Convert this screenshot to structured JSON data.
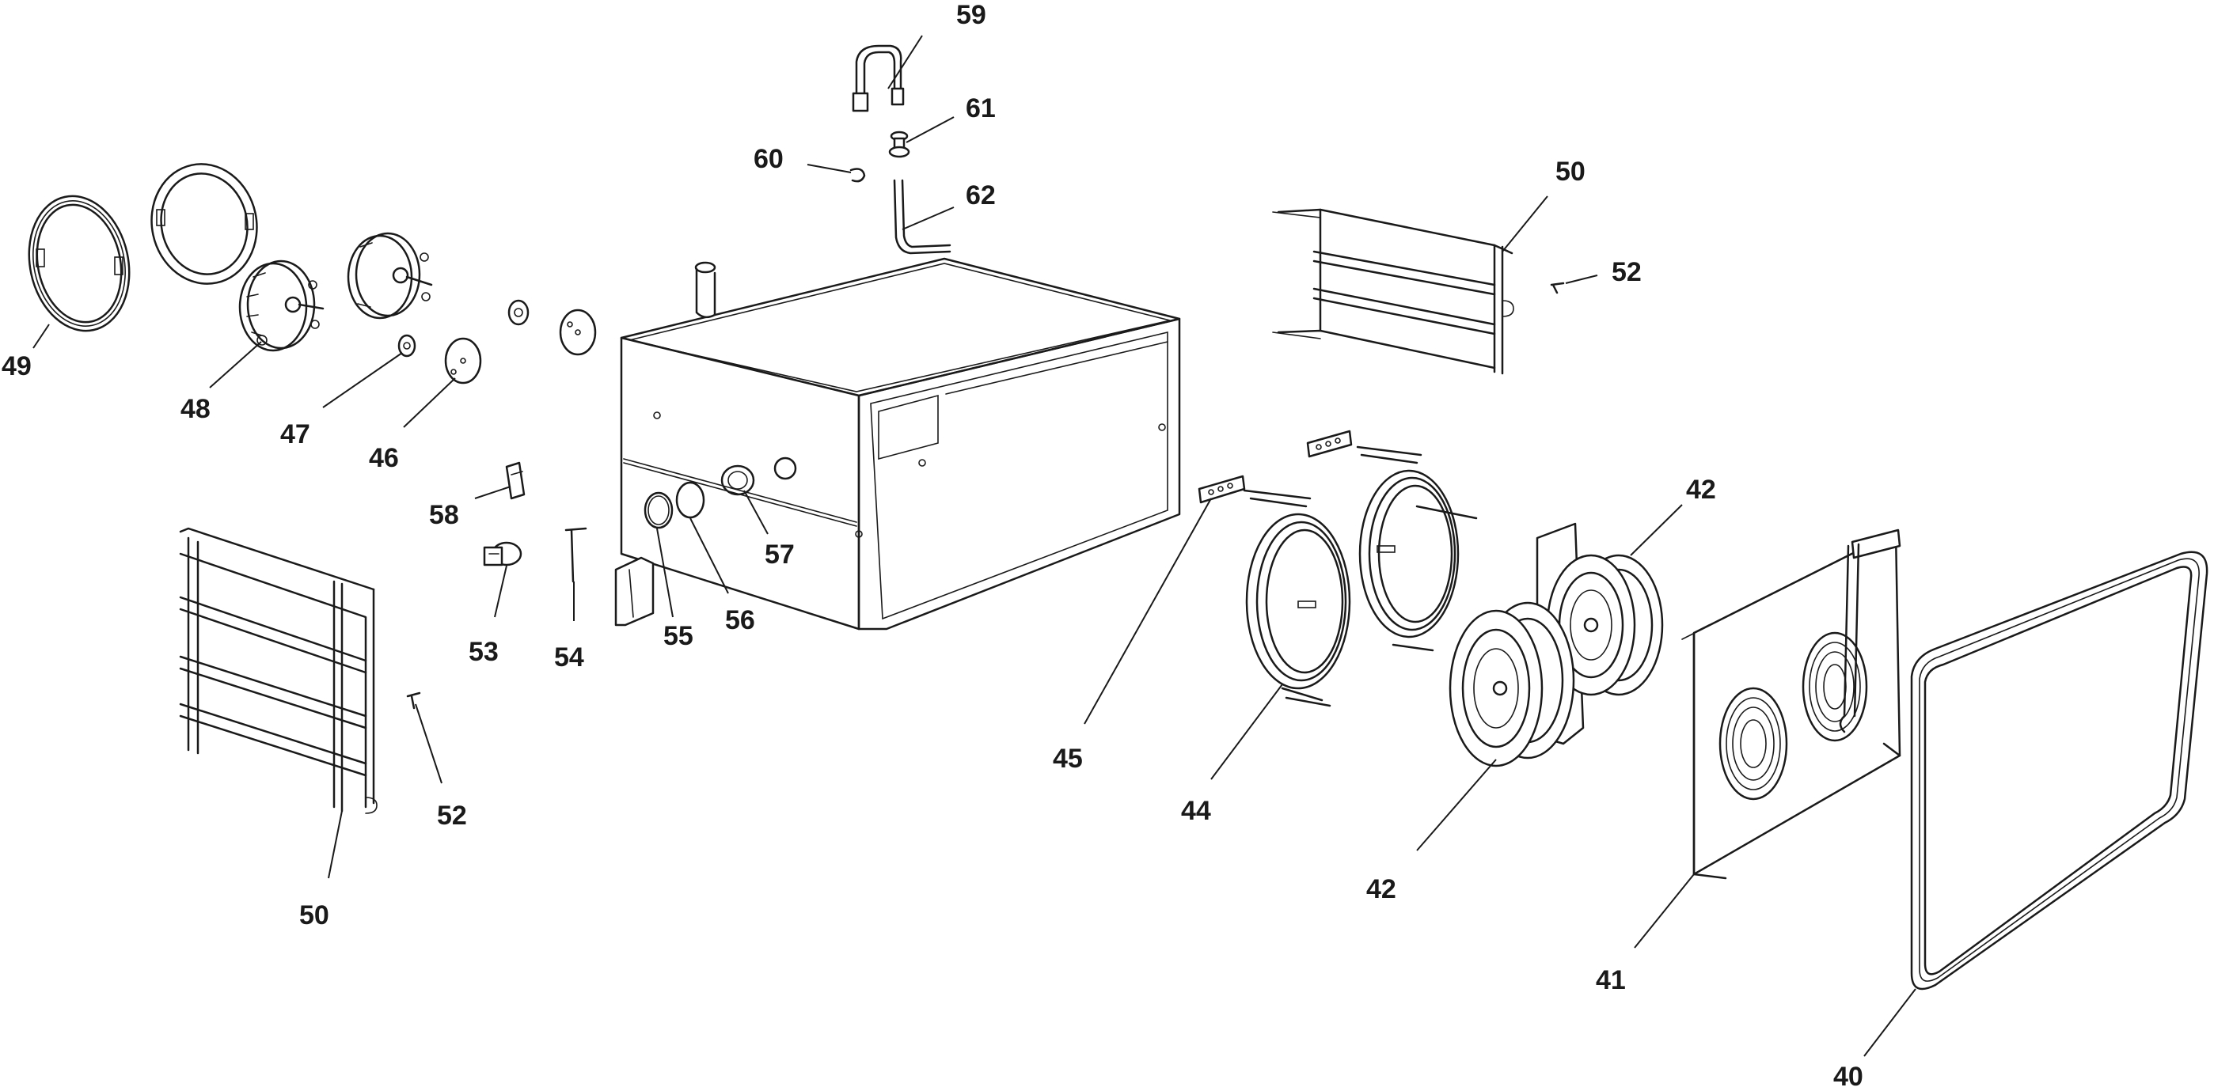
{
  "diagram": {
    "callouts": {
      "c40": "40",
      "c41": "41",
      "c42a": "42",
      "c42b": "42",
      "c44": "44",
      "c45": "45",
      "c46": "46",
      "c47": "47",
      "c48": "48",
      "c49": "49",
      "c50a": "50",
      "c50b": "50",
      "c52a": "52",
      "c52b": "52",
      "c53": "53",
      "c54": "54",
      "c55": "55",
      "c56": "56",
      "c57": "57",
      "c58": "58",
      "c59": "59",
      "c60": "60",
      "c61": "61",
      "c62": "62"
    },
    "colors": {
      "ink": "#1a1a1a",
      "background": "#ffffff"
    }
  }
}
